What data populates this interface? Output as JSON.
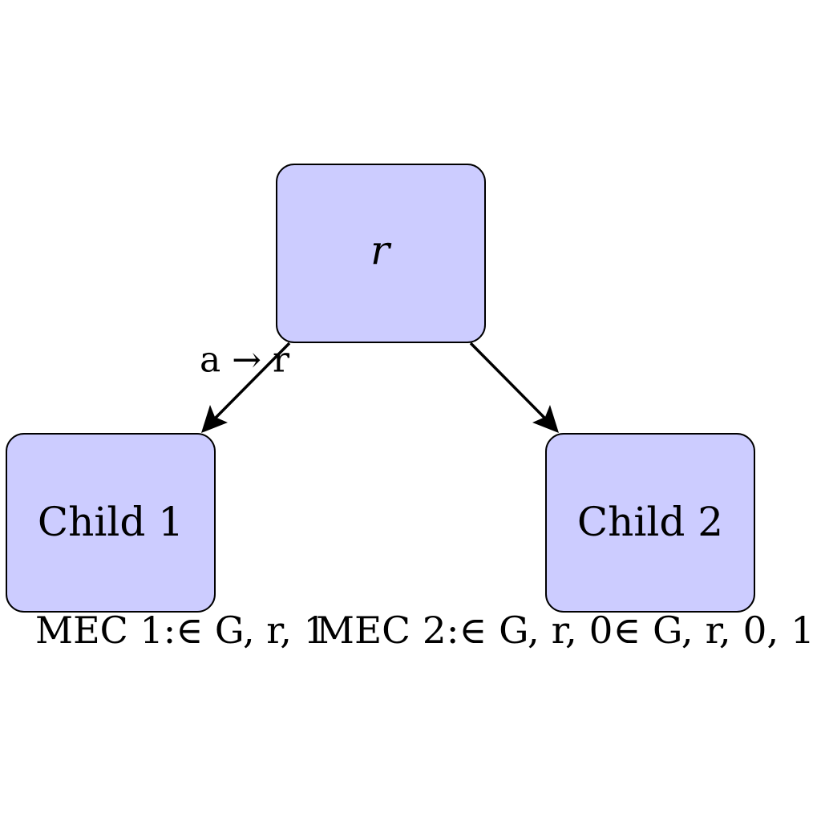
{
  "colors": {
    "node_fill": "#ccccff",
    "node_stroke": "#000000",
    "edge": "#000000",
    "text": "#000000"
  },
  "nodes": {
    "root": {
      "label": "r"
    },
    "child1": {
      "label": "Child 1"
    },
    "child2": {
      "label": "Child 2"
    }
  },
  "edges": {
    "root_to_child1": {
      "label": "a → r"
    },
    "root_to_child2": {
      "label": ""
    }
  },
  "captions": {
    "mec1": "MEC 1:∈ G, r, 1",
    "mec2": "MEC 2:∈ G, r, 0∈ G, r, 0, 1"
  }
}
